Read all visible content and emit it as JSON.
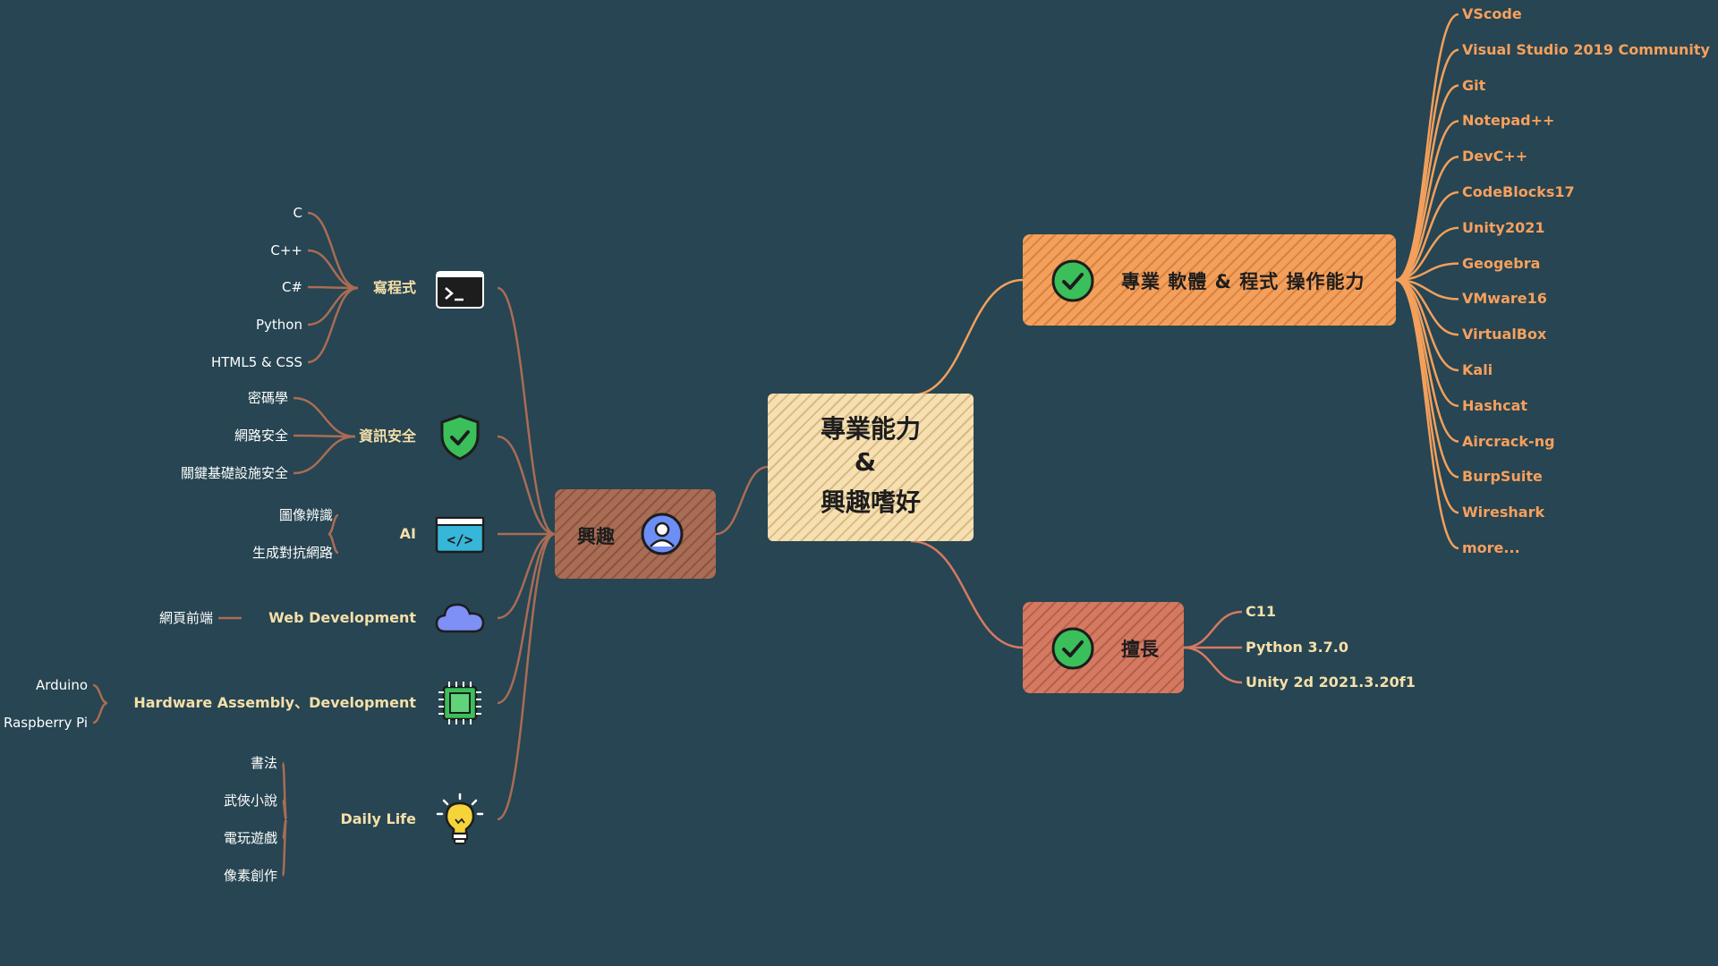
{
  "center": {
    "line1": "專業能力",
    "line2": "&",
    "line3": "興趣嗜好"
  },
  "software": {
    "title": "專業 軟體 & 程式 操作能力",
    "icon": "check-circle-icon",
    "items": [
      "VScode",
      "Visual Studio 2019 Community",
      "Git",
      "Notepad++",
      "DevC++",
      "CodeBlocks17",
      "Unity2021",
      "Geogebra",
      "VMware16",
      "VirtualBox",
      "Kali",
      "Hashcat",
      "Aircrack-ng",
      "BurpSuite",
      "Wireshark",
      "more..."
    ]
  },
  "skills": {
    "title": "擅長",
    "icon": "check-circle-icon",
    "items": [
      "C11",
      "Python 3.7.0",
      "Unity 2d 2021.3.20f1"
    ]
  },
  "interests": {
    "title": "興趣",
    "icon": "user-avatar-icon",
    "branches": [
      {
        "label": "寫程式",
        "icon": "terminal-icon",
        "children": [
          "C",
          "C++",
          "C#",
          "Python",
          "HTML5 & CSS"
        ]
      },
      {
        "label": "資訊安全",
        "icon": "shield-check-icon",
        "children": [
          "密碼學",
          "網路安全",
          "關鍵基礎設施安全"
        ]
      },
      {
        "label": "AI",
        "icon": "code-window-icon",
        "children": [
          "圖像辨識",
          "生成對抗網路"
        ]
      },
      {
        "label": "Web Development",
        "icon": "cloud-icon",
        "children": [
          "網頁前端"
        ]
      },
      {
        "label": "Hardware Assembly、Development",
        "icon": "chip-icon",
        "children": [
          "Arduino",
          "Raspberry Pi"
        ]
      },
      {
        "label": "Daily Life",
        "icon": "lightbulb-icon",
        "children": [
          "書法",
          "武俠小說",
          "電玩遊戲",
          "像素創作"
        ]
      }
    ]
  },
  "colors": {
    "background": "#274552",
    "orange": "#f7a05d",
    "salmon": "#d57a62",
    "brown": "#a96c55",
    "cream": "#f5dfa9"
  }
}
